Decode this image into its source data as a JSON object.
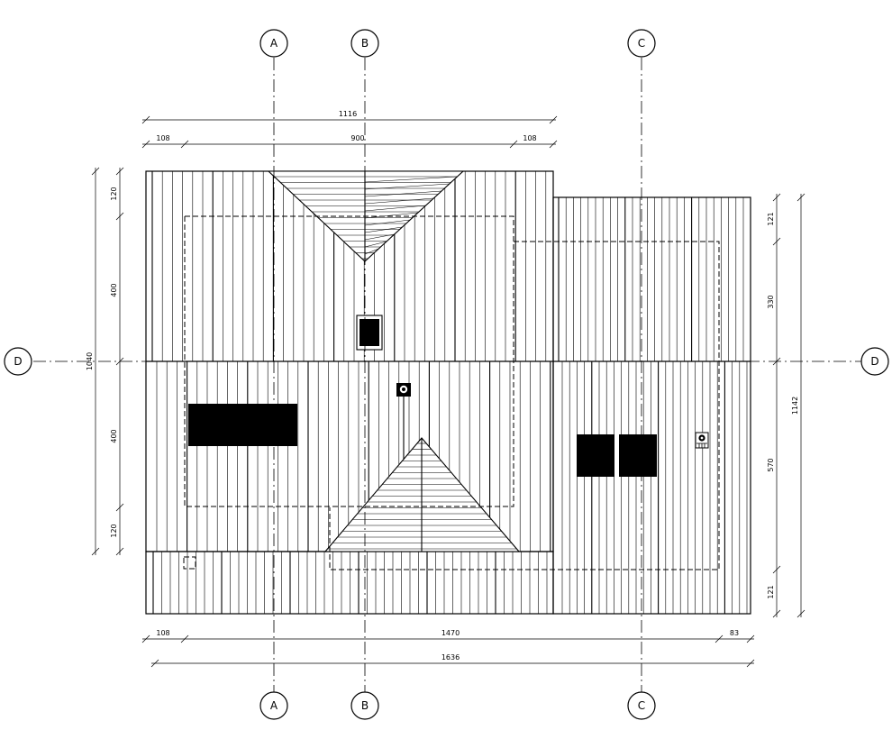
{
  "grid": {
    "A": "A",
    "B": "B",
    "C": "C",
    "D": "D"
  },
  "dimensions": {
    "top_total": "1116",
    "top_left": "108",
    "top_mid": "900",
    "top_right": "108",
    "bottom_left": "108",
    "bottom_mid": "1470",
    "bottom_right": "83",
    "bottom_total": "1636",
    "left_top": "120",
    "left_upper": "400",
    "left_total": "1040",
    "left_lower": "400",
    "left_bottom": "120",
    "right_top": "121",
    "right_upper": "330",
    "right_total": "1142",
    "right_lower": "570",
    "right_bottom": "121"
  }
}
